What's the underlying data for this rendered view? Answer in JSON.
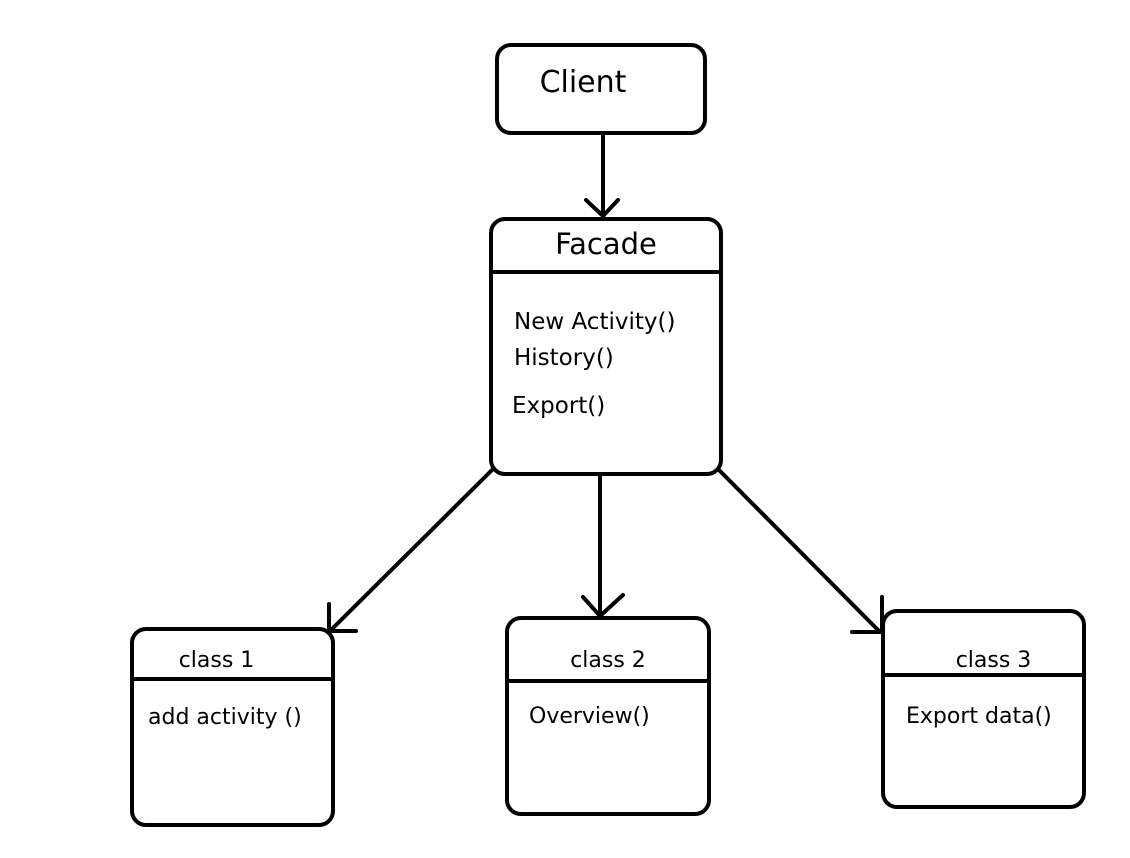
{
  "client": {
    "title": "Client"
  },
  "facade": {
    "title": "Facade",
    "methods": [
      "New Activity()",
      "History()",
      "Export()"
    ]
  },
  "classes": [
    {
      "title": "class 1",
      "method": "add activity ()"
    },
    {
      "title": "class 2",
      "method": "Overview()"
    },
    {
      "title": "class 3",
      "method": "Export data()"
    }
  ]
}
